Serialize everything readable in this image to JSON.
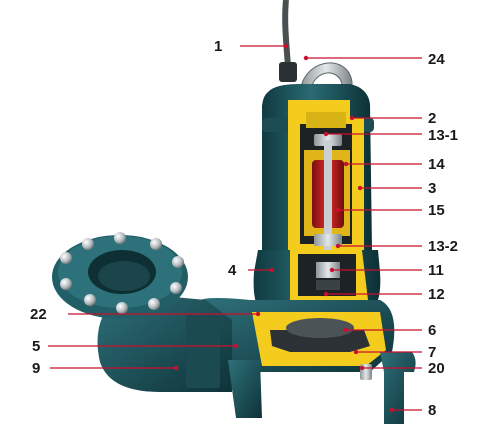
{
  "diagram": {
    "callouts": [
      {
        "id": "c-1",
        "text": "1"
      },
      {
        "id": "c-24",
        "text": "24"
      },
      {
        "id": "c-2",
        "text": "2"
      },
      {
        "id": "c-13-1",
        "text": "13-1"
      },
      {
        "id": "c-14",
        "text": "14"
      },
      {
        "id": "c-3",
        "text": "3"
      },
      {
        "id": "c-15",
        "text": "15"
      },
      {
        "id": "c-13-2",
        "text": "13-2"
      },
      {
        "id": "c-4",
        "text": "4"
      },
      {
        "id": "c-11",
        "text": "11"
      },
      {
        "id": "c-12",
        "text": "12"
      },
      {
        "id": "c-22",
        "text": "22"
      },
      {
        "id": "c-6",
        "text": "6"
      },
      {
        "id": "c-5",
        "text": "5"
      },
      {
        "id": "c-7",
        "text": "7"
      },
      {
        "id": "c-9",
        "text": "9"
      },
      {
        "id": "c-20",
        "text": "20"
      },
      {
        "id": "c-8",
        "text": "8"
      }
    ]
  }
}
